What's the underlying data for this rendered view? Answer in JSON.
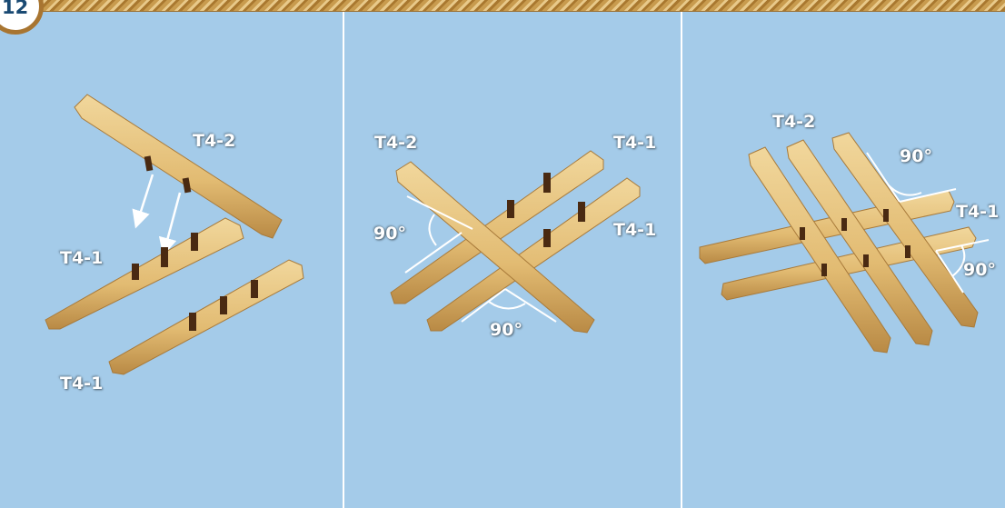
{
  "step": {
    "number": "12"
  },
  "panels": [
    {
      "labels": {
        "a": "T4-2",
        "b": "T4-1",
        "c": "T4-1"
      }
    },
    {
      "labels": {
        "a": "T4-2",
        "b": "T4-1",
        "c": "T4-1",
        "angle1": "90°",
        "angle2": "90°"
      }
    },
    {
      "labels": {
        "a": "T4-2",
        "b": "T4-1",
        "angle1": "90°",
        "angle2": "90°"
      }
    }
  ],
  "colors": {
    "background": "#a4cbe9",
    "wood": "#e6c27e",
    "wood_shadow": "#b98a45",
    "slot": "#4a2a12",
    "border": "#a87531"
  }
}
